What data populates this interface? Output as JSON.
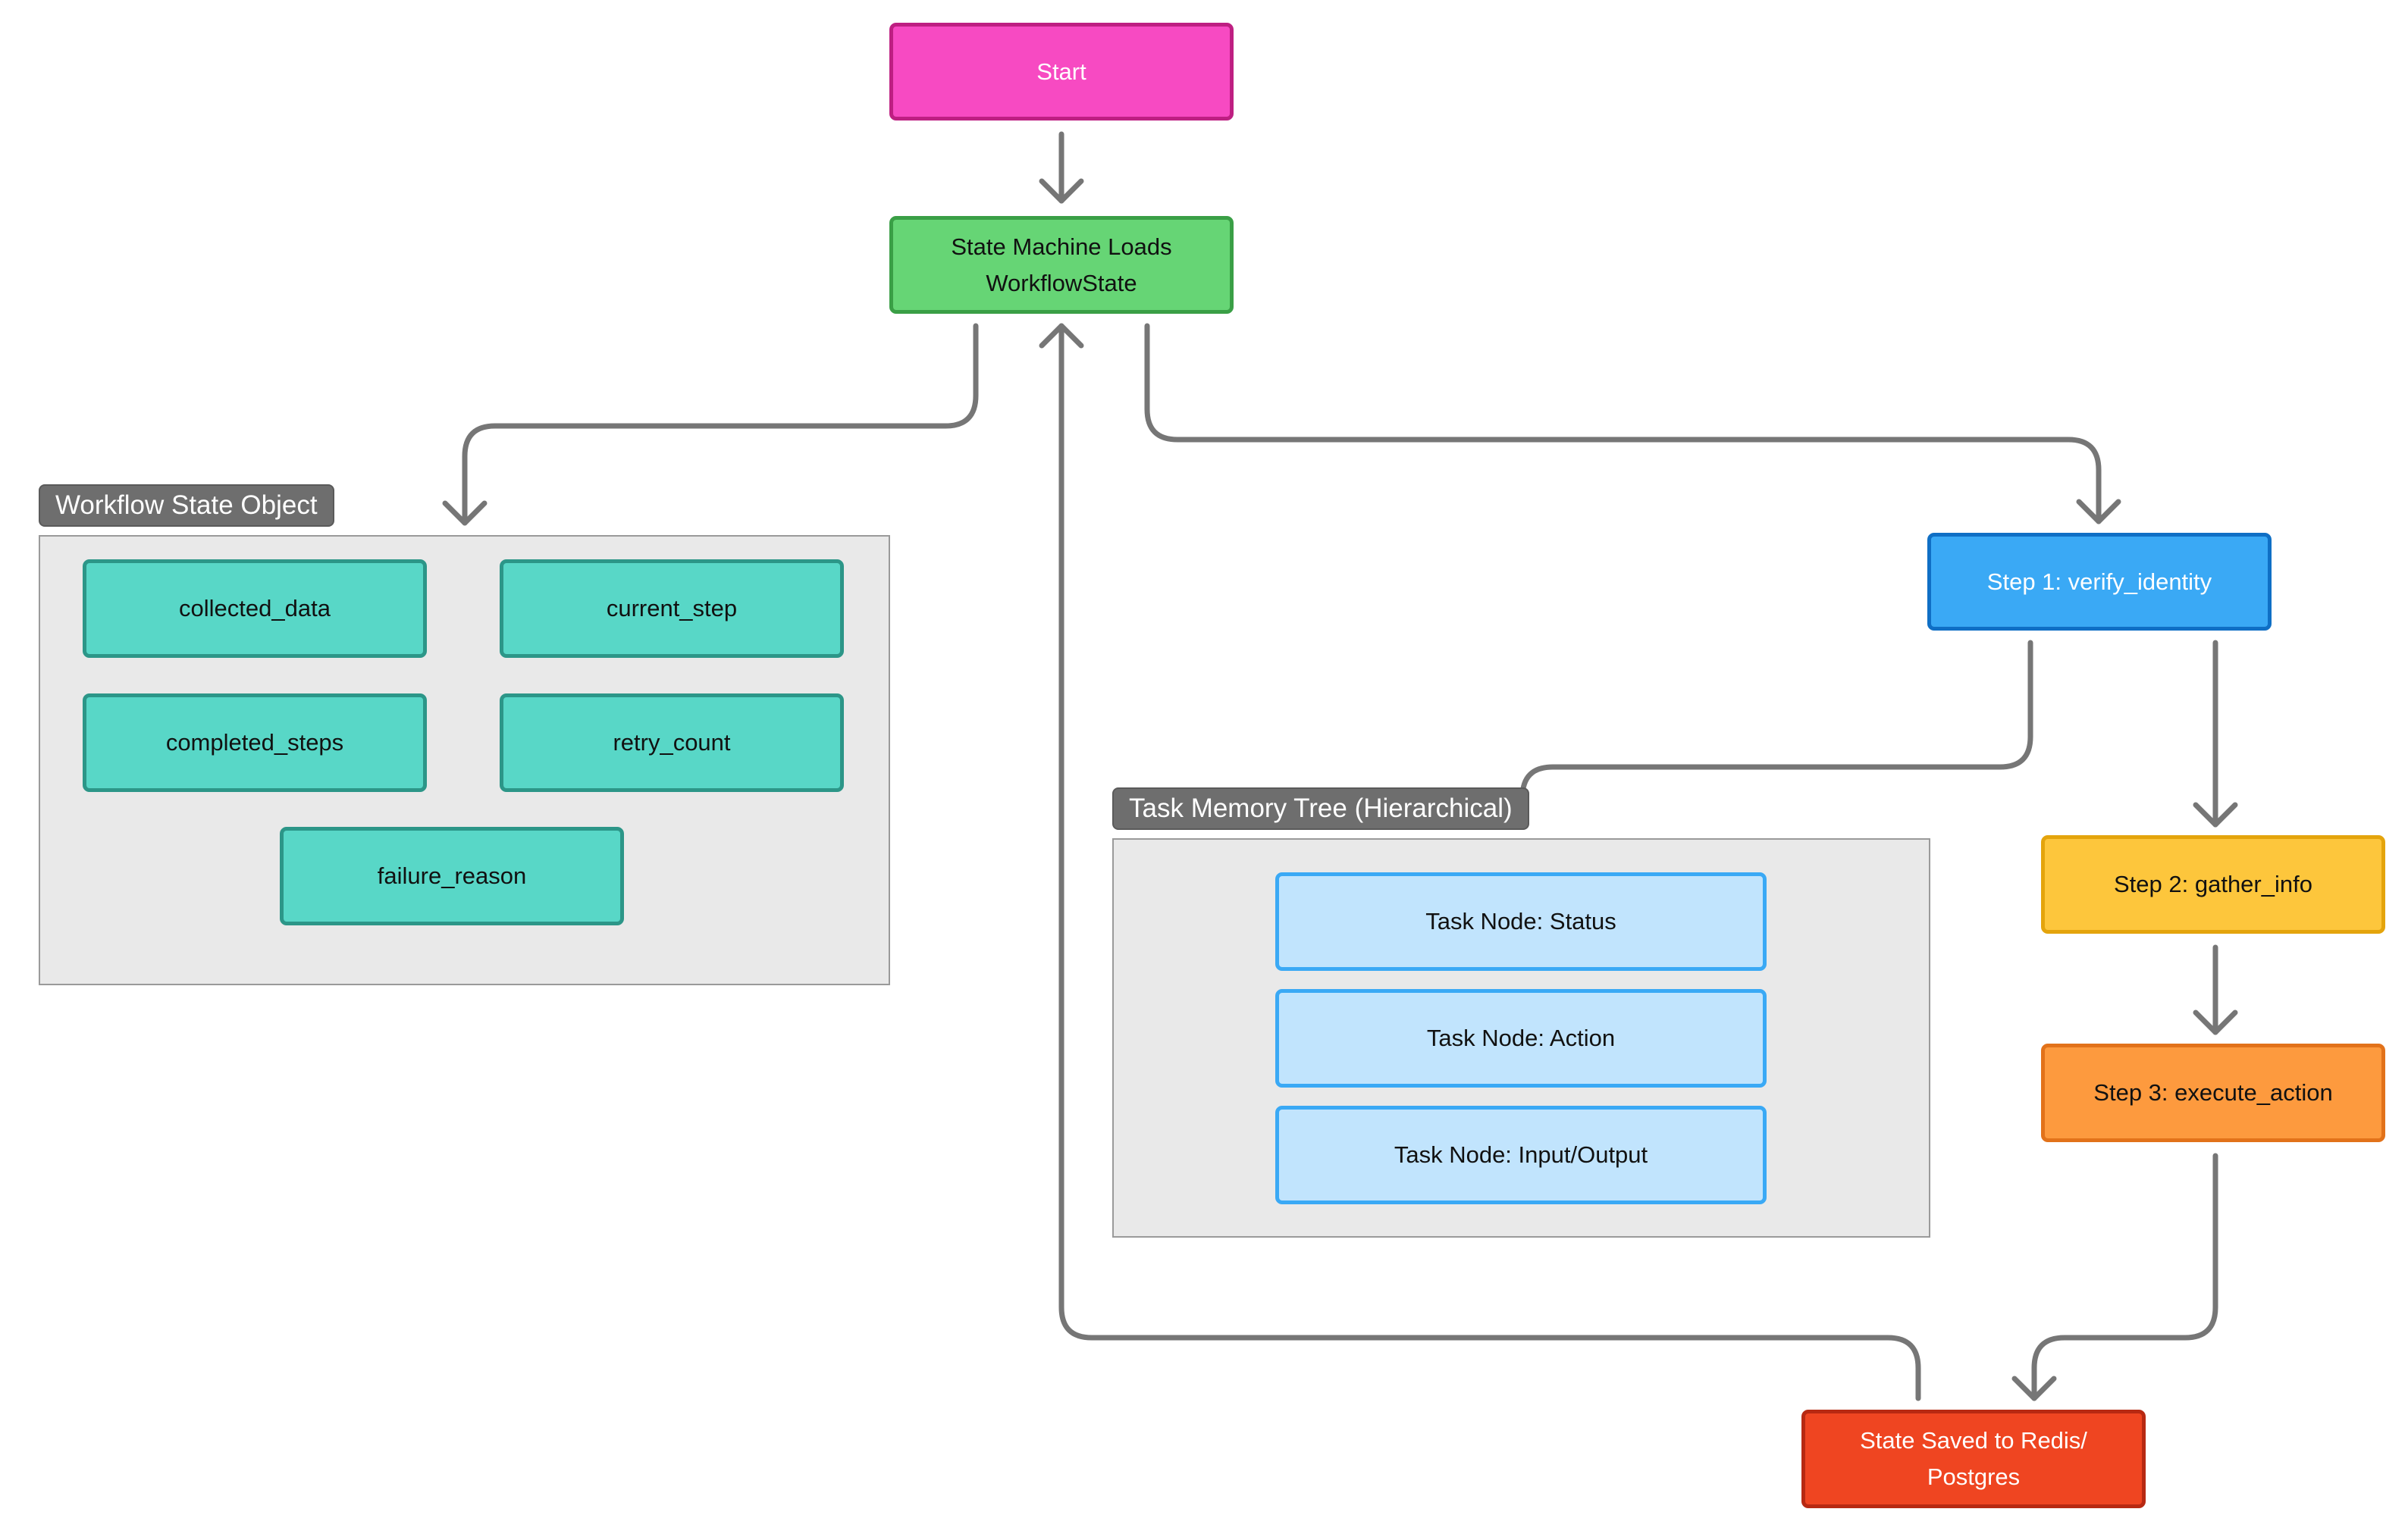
{
  "colors": {
    "start": "#f74ac2",
    "state_machine": "#66d575",
    "step1": "#3aa9f5",
    "step2": "#fdc63c",
    "step3": "#fd9a3e",
    "state_saved": "#ef4521",
    "workflow_field": "#58d7c7",
    "task_node": "#c1e4fd",
    "connector": "#767676"
  },
  "nodes": {
    "start": "Start",
    "state_machine": "State Machine Loads\nWorkflowState",
    "step1": "Step 1: verify_identity",
    "step2": "Step 2: gather_info",
    "step3": "Step 3: execute_action",
    "state_saved": "State Saved to Redis/\nPostgres"
  },
  "workflow_state_object": {
    "title": "Workflow State Object",
    "fields": [
      "collected_data",
      "current_step",
      "completed_steps",
      "retry_count",
      "failure_reason"
    ]
  },
  "task_memory_tree": {
    "title": "Task Memory Tree (Hierarchical)",
    "nodes": [
      "Task Node: Status",
      "Task Node: Action",
      "Task Node: Input/Output"
    ]
  }
}
